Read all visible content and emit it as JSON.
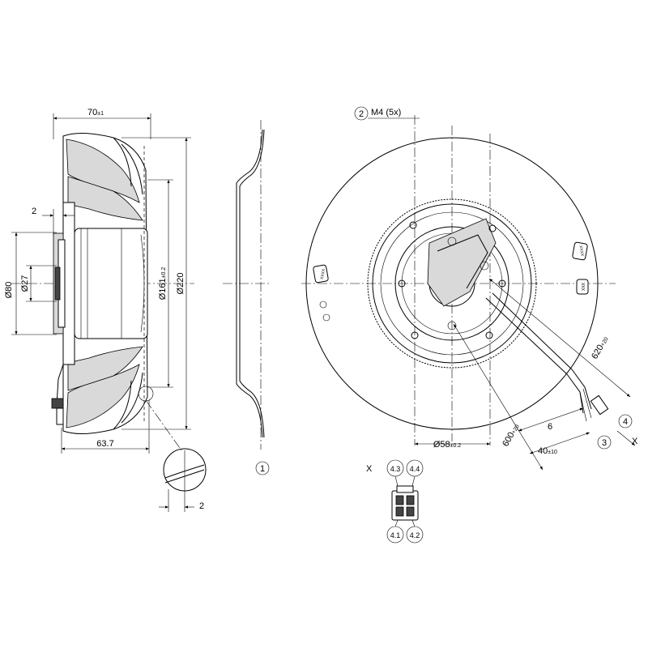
{
  "side_view": {
    "width_label": "70",
    "width_tol": "±1",
    "depth_label": "63.7",
    "offset_label": "2",
    "diameters": {
      "d80": "Ø80",
      "d27": "Ø27",
      "d161": "Ø161",
      "d161_tol": "±0.2",
      "d220": "Ø220"
    }
  },
  "detail": {
    "gap_label": "2"
  },
  "callouts": {
    "c1": "1",
    "c2": "2",
    "c3": "3",
    "c4": "4",
    "m4_label": "M4 (5x)"
  },
  "front_view": {
    "cable1": "620",
    "cable1_tol": "+20",
    "cable2": "600",
    "cable2_tol": "+20",
    "strip": "6",
    "strip2": "40",
    "strip2_tol": "±10",
    "d58": "Ø58",
    "d58_tol": "±0.2",
    "view_arrow": "X"
  },
  "connector": {
    "view": "X",
    "pins": [
      "4.3",
      "4.4",
      "4.1",
      "4.2"
    ]
  }
}
